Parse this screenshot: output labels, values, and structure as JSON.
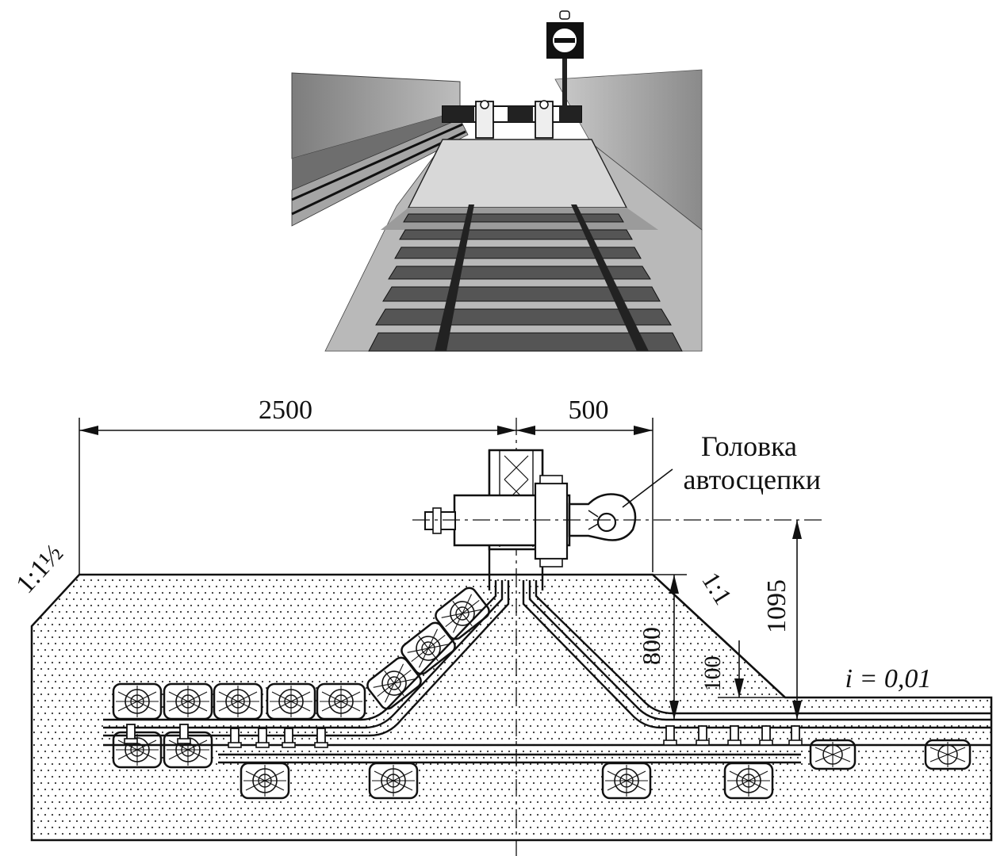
{
  "dimensions": {
    "left_width": "2500",
    "right_width": "500",
    "coupler_height": "1095",
    "stop_height": "800",
    "ballast_step": "100"
  },
  "slopes": {
    "left": "1:1½",
    "right": "1:1",
    "track_grade": "i = 0,01"
  },
  "callout": {
    "line1": "Головка",
    "line2": "автосцепки"
  },
  "colors": {
    "ink": "#111111",
    "paper": "#ffffff",
    "photo_sky": "#ededed",
    "photo_ground": "#9a9a9a"
  }
}
